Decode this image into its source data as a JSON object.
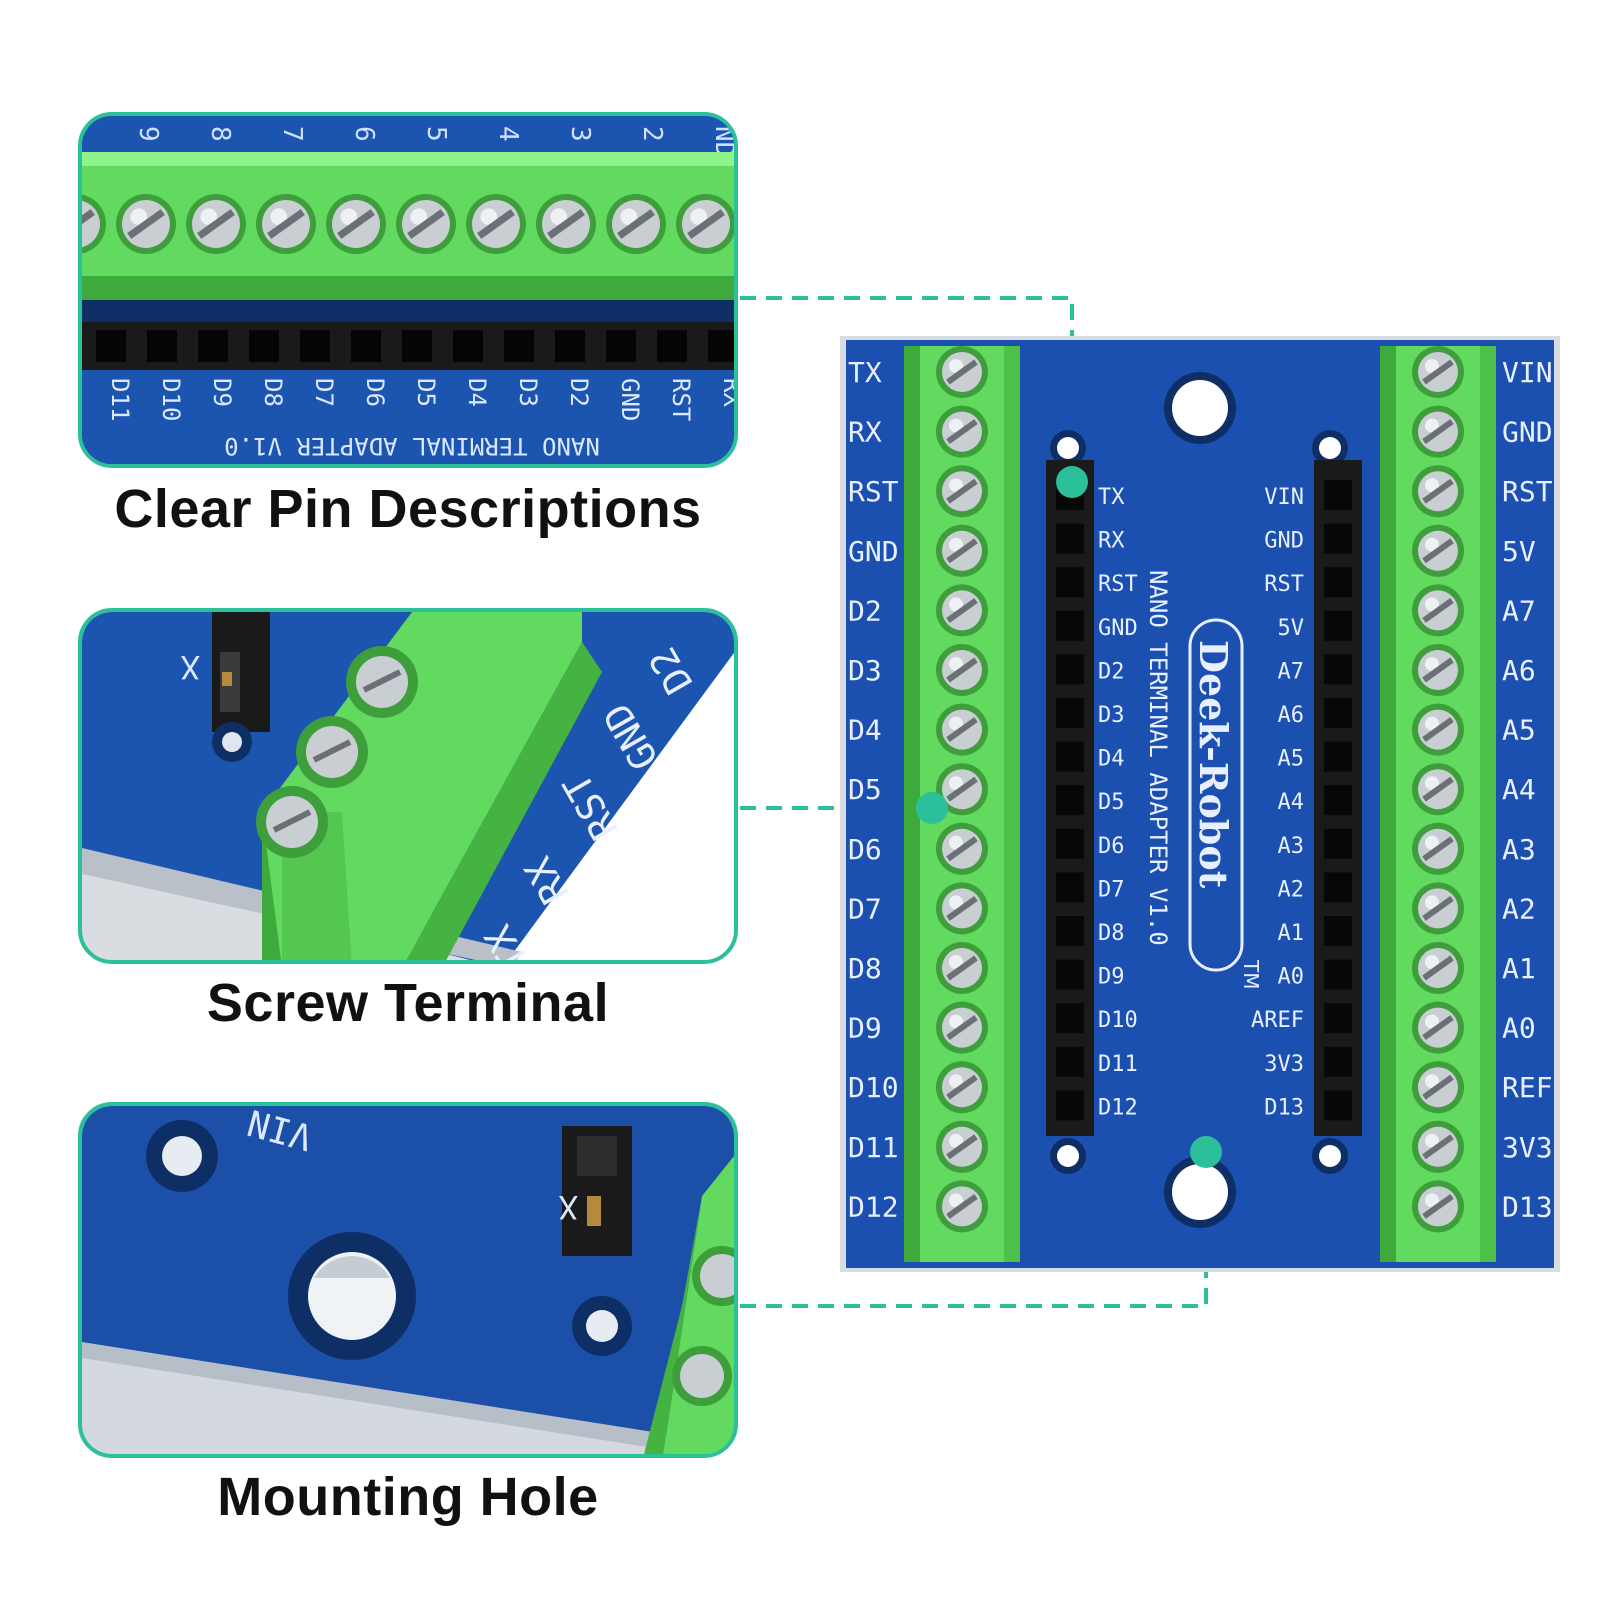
{
  "captions": {
    "pins": "Clear Pin Descriptions",
    "screw": "Screw Terminal",
    "hole": "Mounting Hole"
  },
  "board": {
    "brand": "Deek-Robot",
    "tm": "TM",
    "model": "NANO TERMINAL ADAPTER V1.0",
    "left_terminal_labels": [
      "TX",
      "RX",
      "RST",
      "GND",
      "D2",
      "D3",
      "D4",
      "D5",
      "D6",
      "D7",
      "D8",
      "D9",
      "D10",
      "D11",
      "D12"
    ],
    "right_terminal_labels": [
      "VIN",
      "GND",
      "RST",
      "5V",
      "A7",
      "A6",
      "A5",
      "A4",
      "A3",
      "A2",
      "A1",
      "A0",
      "REF",
      "3V3",
      "D13"
    ],
    "left_header_labels": [
      "TX",
      "RX",
      "RST",
      "GND",
      "D2",
      "D3",
      "D4",
      "D5",
      "D6",
      "D7",
      "D8",
      "D9",
      "D10",
      "D11",
      "D12"
    ],
    "right_header_labels": [
      "VIN",
      "GND",
      "RST",
      "5V",
      "A7",
      "A6",
      "A5",
      "A4",
      "A3",
      "A2",
      "A1",
      "A0",
      "AREF",
      "3V3",
      "D13"
    ]
  },
  "zoom_pins": {
    "top_labels": [
      "9",
      "8",
      "7",
      "6",
      "5",
      "4",
      "3",
      "2",
      "ND"
    ],
    "bottom_labels": [
      "D11",
      "D10",
      "D9",
      "D8",
      "D7",
      "D6",
      "D5",
      "D4",
      "D3",
      "D2",
      "GND",
      "RST",
      "RX"
    ],
    "model": "NANO TERMINAL ADAPTER V1.0"
  },
  "zoom_screw": {
    "labels": [
      "D2",
      "GND",
      "RST",
      "RX",
      "TX"
    ],
    "left_label": "X"
  },
  "zoom_hole": {
    "label": "VIN",
    "side_label": "X"
  },
  "colors": {
    "accent": "#2bbf9a",
    "pcb_blue": "#1c4fa8",
    "terminal_green": "#6fe36b",
    "header_black": "#1a1a1a"
  }
}
